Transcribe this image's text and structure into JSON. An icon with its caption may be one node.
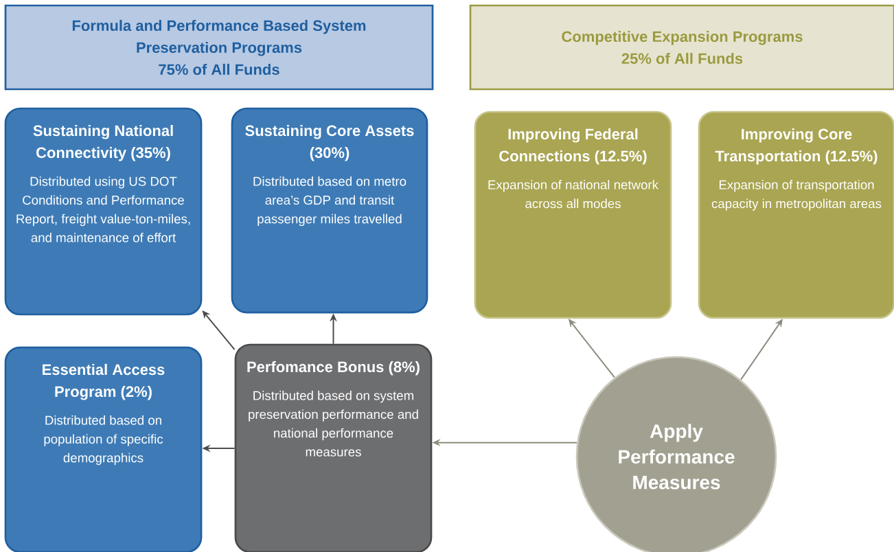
{
  "diagram": {
    "nodes": [
      {
        "text": [
          "Formula and Performance Based System Preservation Programs",
          "75% of All Funds"
        ]
      },
      {
        "text": [
          "Competitive Expansion Programs",
          "25% of All Funds"
        ]
      },
      {
        "text": [
          "Sustaining National Connectivity (35%)",
          "Distributed using US DOT Conditions and Performance Report, freight value-ton-miles, and maintenance of effort"
        ]
      },
      {
        "text": [
          "Sustaining Core Assets (30%)",
          "Distributed based on metro area’s GDP and transit passenger miles travelled"
        ]
      },
      {
        "text": [
          "Improving Federal Connections (12.5%)",
          "Expansion of national network across all modes"
        ]
      },
      {
        "text": [
          "Improving Core Transportation (12.5%)",
          "Expansion of transportation capacity in metropolitan areas"
        ]
      },
      {
        "text": [
          "Essential Access Program (2%)",
          "Distributed based on population of specific demographics"
        ]
      },
      {
        "text": [
          "Perfomance Bonus (8%)",
          "Distributed based on system preservation performance and national performance measures"
        ]
      },
      {
        "text": [
          "Apply Performance Measures"
        ]
      }
    ],
    "edges": [
      {
        "from": 7,
        "to": 2,
        "arrow": "to"
      },
      {
        "from": 7,
        "to": 3,
        "arrow": "to"
      },
      {
        "from": 7,
        "to": 6,
        "arrow": "to"
      },
      {
        "from": 8,
        "to": 7,
        "arrow": "to",
        "color": "#8c8c7e"
      },
      {
        "from": 8,
        "to": 4,
        "arrow": "to",
        "color": "#8c8c7e"
      },
      {
        "from": 8,
        "to": 5,
        "arrow": "to",
        "color": "#8c8c7e"
      }
    ]
  }
}
